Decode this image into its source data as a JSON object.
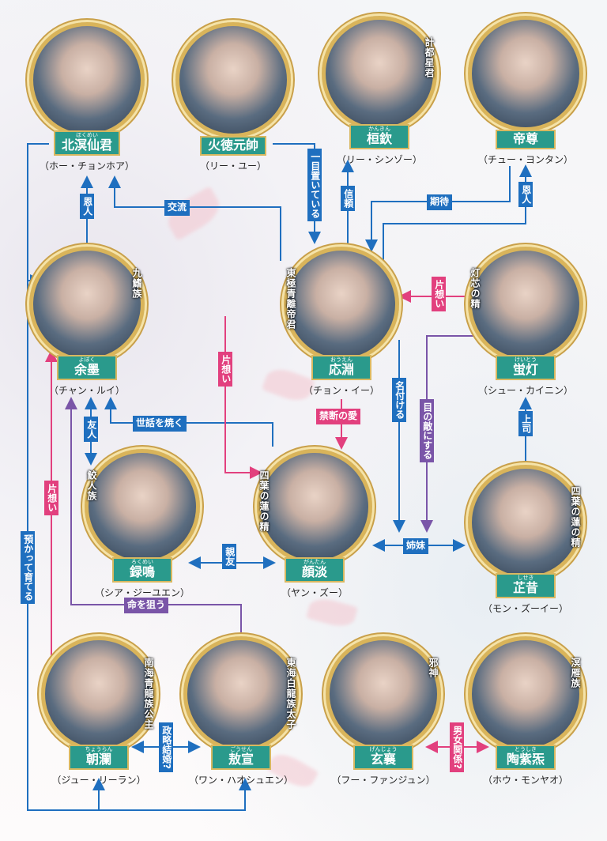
{
  "characters": [
    {
      "id": "hokumei",
      "name": "北溟仙君",
      "ruby": "ほくめい",
      "actor": "（ホー・チョンホア）",
      "side": ""
    },
    {
      "id": "katoku",
      "name": "火徳元帥",
      "ruby": "",
      "actor": "（リー・ユー）",
      "side": ""
    },
    {
      "id": "kankin",
      "name": "桓欽",
      "ruby": "かんきん",
      "actor": "（リー・シンゾー）",
      "side": "計都星君"
    },
    {
      "id": "teison",
      "name": "帝尊",
      "ruby": "",
      "actor": "（チュー・ヨンタン）",
      "side": ""
    },
    {
      "id": "yoboku",
      "name": "余墨",
      "ruby": "よぼく",
      "actor": "（チャン・ルイ）",
      "side": "九鰭族"
    },
    {
      "id": "ouen",
      "name": "応淵",
      "ruby": "おうえん",
      "actor": "（チョン・イー）",
      "side": "東極青離帝君"
    },
    {
      "id": "keitou",
      "name": "蛍灯",
      "ruby": "けいとう",
      "actor": "（シュー・カイニン）",
      "side": "灯芯の精"
    },
    {
      "id": "rokumei",
      "name": "録鳴",
      "ruby": "ろくめい",
      "actor": "（シア・ジーユエン）",
      "side": "鮫人族"
    },
    {
      "id": "gantan",
      "name": "顔淡",
      "ruby": "がんたん",
      "actor": "（ヤン・ズー）",
      "side": "四葉の蓮の精"
    },
    {
      "id": "shiseki",
      "name": "芷昔",
      "ruby": "しせき",
      "actor": "（モン・ズーイー）",
      "side": "四葉の蓮の精"
    },
    {
      "id": "chouran",
      "name": "朝瀾",
      "ruby": "ちょうらん",
      "actor": "（ジュー・リーラン）",
      "side": "南海青龍族公主"
    },
    {
      "id": "gousen",
      "name": "敖宣",
      "ruby": "ごうせん",
      "actor": "（ワン・ハオシュエン）",
      "side": "東海白龍族太子"
    },
    {
      "id": "genjou",
      "name": "玄襄",
      "ruby": "げんじょう",
      "actor": "（フー・ファンジュン）",
      "side": "邪神"
    },
    {
      "id": "toushiki",
      "name": "陶紫炁",
      "ruby": "とうしき",
      "actor": "（ホウ・モンヤオ）",
      "side": "溟雁族"
    }
  ],
  "relations": {
    "onjin1": "恩人",
    "kouryu": "交流",
    "hitome": "一目置いている",
    "shinrai": "信頼",
    "kitai": "期待",
    "onjin2": "恩人",
    "kataomoi1": "片想い",
    "kataomoi2": "片想い",
    "kataomoi3": "片想い",
    "nazukeru": "名付ける",
    "kataki": "目の敵にする",
    "joushi": "上司",
    "kindan": "禁断の愛",
    "sewa": "世話を焼く",
    "yujin": "友人",
    "shinyu": "親友",
    "shimai": "姉妹",
    "inochi": "命を狙う",
    "azukatte": "預かって育てる",
    "seiryaku": "政略結婚?",
    "danjo": "男女関係?"
  },
  "colors": {
    "friendly": "#1f6fbf",
    "love": "#e2407e",
    "hostile": "#7a55a8",
    "plate": "#2a9a8c"
  }
}
